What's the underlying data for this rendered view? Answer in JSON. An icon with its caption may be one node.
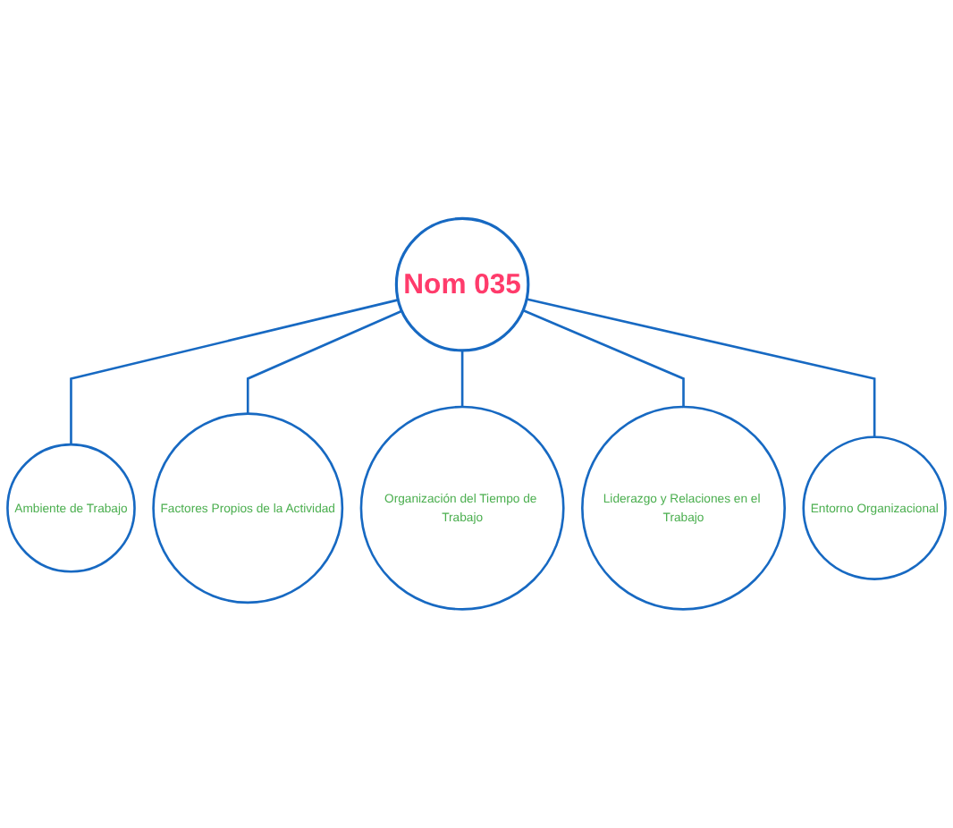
{
  "diagram": {
    "nodes": [
      {
        "text": [
          "Ambiente de Trabajo"
        ]
      },
      {
        "text": [
          "Factores Propios de la Actividad"
        ]
      },
      {
        "text": [
          "Nom 035"
        ]
      },
      {
        "text": [
          "Organización del Tiempo de Trabajo"
        ]
      },
      {
        "text": [
          "Liderazgo y Relaciones en el Trabajo"
        ]
      },
      {
        "text": [
          "Entorno Organizacional"
        ]
      }
    ],
    "edges": [
      {
        "from": 2,
        "to": 0,
        "arrow": "none"
      },
      {
        "from": 2,
        "to": 1,
        "arrow": "none"
      },
      {
        "from": 2,
        "to": 3,
        "arrow": "none"
      },
      {
        "from": 2,
        "to": 4,
        "arrow": "none"
      },
      {
        "from": 2,
        "to": 5,
        "arrow": "none"
      }
    ]
  }
}
